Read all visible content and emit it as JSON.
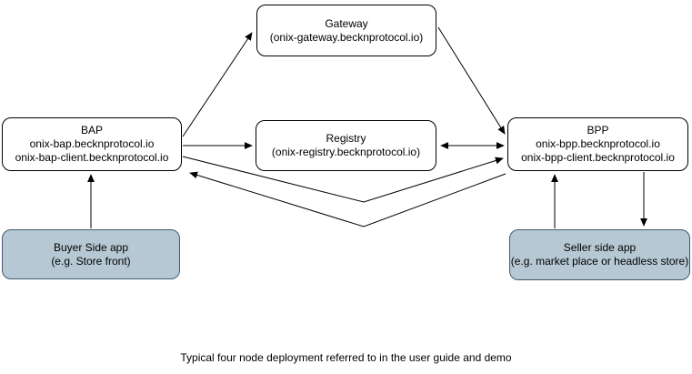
{
  "caption": "Typical four node deployment referred to in the user guide and demo",
  "nodes": {
    "gateway": {
      "lines": [
        "Gateway",
        "(onix-gateway.becknprotocol.io)"
      ]
    },
    "bap": {
      "lines": [
        "BAP",
        "onix-bap.becknprotocol.io",
        "onix-bap-client.becknprotocol.io"
      ]
    },
    "registry": {
      "lines": [
        "Registry",
        "(onix-registry.becknprotocol.io)"
      ]
    },
    "bpp": {
      "lines": [
        "BPP",
        "onix-bpp.becknprotocol.io",
        "onix-bpp-client.becknprotocol.io"
      ]
    },
    "buyer_app": {
      "lines": [
        "Buyer Side app",
        "(e.g. Store front)"
      ]
    },
    "seller_app": {
      "lines": [
        "Seller side app",
        "(e.g. market place or headless store)"
      ]
    }
  },
  "edges": [
    {
      "from": "bap",
      "to": "gateway",
      "direction": "one-way"
    },
    {
      "from": "gateway",
      "to": "bpp",
      "direction": "one-way"
    },
    {
      "from": "bap",
      "to": "registry",
      "direction": "one-way"
    },
    {
      "from": "registry",
      "to": "bpp",
      "direction": "two-way"
    },
    {
      "from": "bap",
      "to": "bpp",
      "direction": "one-way"
    },
    {
      "from": "bpp",
      "to": "bap",
      "direction": "one-way"
    },
    {
      "from": "buyer_app",
      "to": "bap",
      "direction": "one-way"
    },
    {
      "from": "seller_app",
      "to": "bpp",
      "direction": "one-way"
    },
    {
      "from": "bpp",
      "to": "seller_app",
      "direction": "one-way"
    }
  ],
  "colors": {
    "app_box_fill": "#b6c8d3",
    "app_box_stroke": "#3e5c70",
    "node_box_fill": "#ffffff",
    "node_box_stroke": "#000000",
    "arrow": "#000000"
  }
}
